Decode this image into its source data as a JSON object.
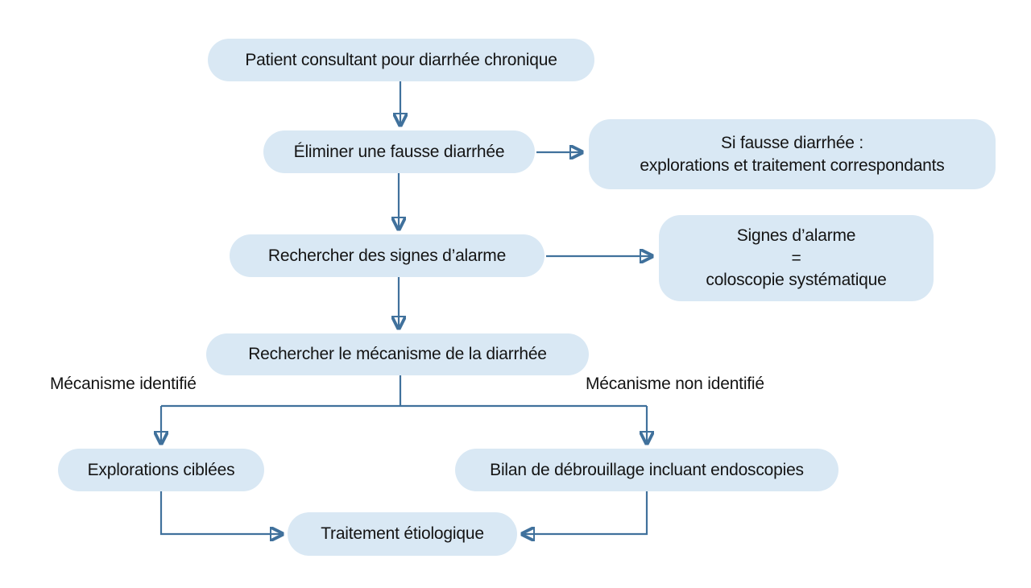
{
  "diagram": {
    "type": "flowchart",
    "language": "fr",
    "topic": "Prise en charge de la diarrhée chronique",
    "colors": {
      "node_fill": "#d9e8f4",
      "line": "#40719c",
      "text": "#141414",
      "background": "#ffffff"
    },
    "nodes": {
      "patient": {
        "label": "Patient consultant pour diarrhée chronique"
      },
      "eliminer": {
        "label": "Éliminer une fausse diarrhée"
      },
      "si_fausse": {
        "line1": "Si fausse diarrhée :",
        "line2": "explorations et traitement correspondants"
      },
      "signes": {
        "label": "Rechercher des signes d’alarme"
      },
      "alarme": {
        "line1": "Signes d’alarme",
        "line2": "=",
        "line3": "coloscopie systématique"
      },
      "mecanisme": {
        "label": "Rechercher le mécanisme de la diarrhée"
      },
      "explorations": {
        "label": "Explorations ciblées"
      },
      "bilan": {
        "label": "Bilan de débrouillage incluant endoscopies"
      },
      "traitement": {
        "label": "Traitement étiologique"
      }
    },
    "branch_labels": {
      "identified": "Mécanisme identifié",
      "not_identified": "Mécanisme non identifié"
    },
    "edges": [
      "patient → eliminer",
      "eliminer → si_fausse",
      "eliminer → signes",
      "signes → alarme",
      "signes → mecanisme",
      "mecanisme → explorations (Mécanisme identifié)",
      "mecanisme → bilan (Mécanisme non identifié)",
      "explorations → traitement",
      "bilan → traitement"
    ]
  }
}
